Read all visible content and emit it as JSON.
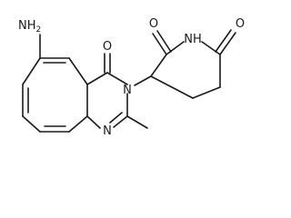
{
  "molecule": {
    "atom_labels": {
      "amine": "NH",
      "amine_subscript": "2",
      "ketone_oxygen_left": "O",
      "ring_nitrogen_n3": "N",
      "ring_nitrogen_n1": "N",
      "imide_oxygen_left": "O",
      "imide_nitrogen": "NH",
      "imide_oxygen_right": "O"
    },
    "colors": {
      "bond": "#1a1a1a",
      "label": "#1a1a1a",
      "background": "#ffffff"
    }
  }
}
